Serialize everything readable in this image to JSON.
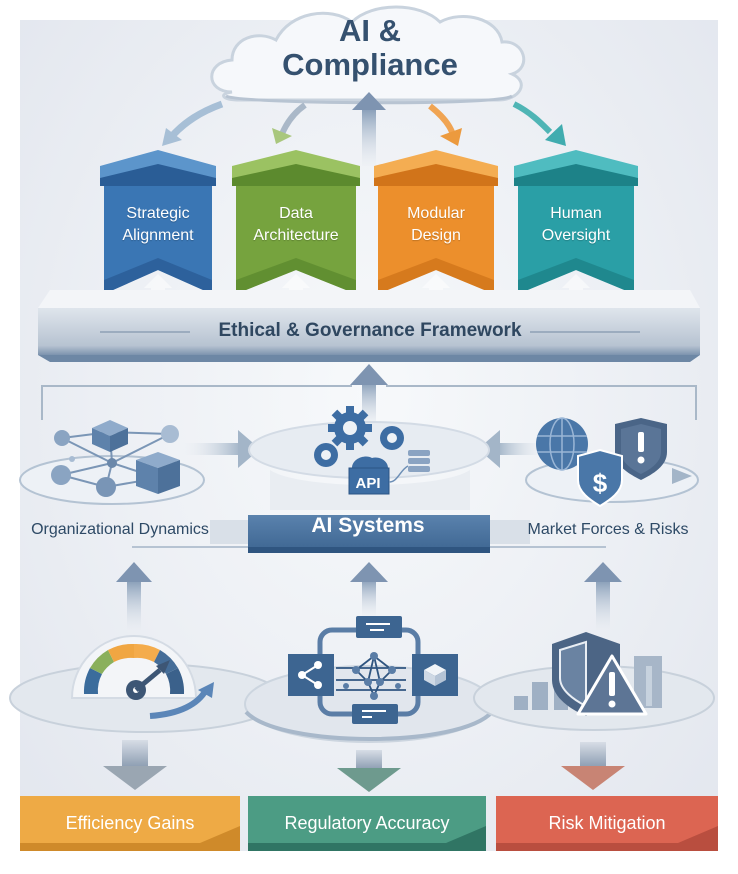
{
  "title": {
    "line1": "AI &",
    "line2": "Compliance"
  },
  "pillars": [
    {
      "label_line1": "Strategic",
      "label_line2": "Alignment",
      "color": "#3a76b4",
      "top": "#5c95cb",
      "dark": "#2a5d96"
    },
    {
      "label_line1": "Data",
      "label_line2": "Architecture",
      "color": "#76a33e",
      "top": "#9bc262",
      "dark": "#5c8a2e"
    },
    {
      "label_line1": "Modular",
      "label_line2": "Design",
      "color": "#ec8f2c",
      "top": "#f4ad52",
      "dark": "#d1741a"
    },
    {
      "label_line1": "Human",
      "label_line2": "Oversight",
      "color": "#2a9fa6",
      "top": "#4fbcc0",
      "dark": "#1d8288"
    }
  ],
  "framework": {
    "label": "Ethical & Governance Framework"
  },
  "core": {
    "left_label": "Organizational Dynamics",
    "center_label": "AI Systems",
    "api_label": "API",
    "right_label": "Market Forces & Risks"
  },
  "outcomes": [
    {
      "label": "Efficiency Gains",
      "color": "#eeaa45",
      "dark": "#c98526"
    },
    {
      "label": "Regulatory Accuracy",
      "color": "#4c9c84",
      "dark": "#2c6f5e"
    },
    {
      "label": "Risk Mitigation",
      "color": "#dc6552",
      "dark": "#b34a3c"
    }
  ],
  "colors": {
    "navy": "#35597f",
    "slate": "#5a7797",
    "light_arrow": "#93a8c0"
  }
}
